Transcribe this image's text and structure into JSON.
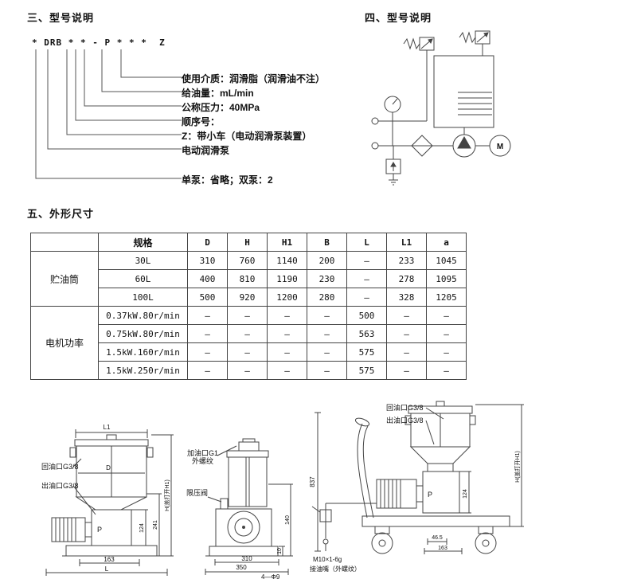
{
  "section3": {
    "title": "三、型号说明",
    "model_code": "* DRB * * - P * * *  Z",
    "labels": [
      "使用介质：润滑脂（润滑油不注）",
      "给油量：mL/min",
      "公称压力：40MPa",
      "顺序号：",
      "Z：带小车（电动润滑泵装置）",
      "电动润滑泵",
      "单泵：省略；双泵：2"
    ]
  },
  "section4": {
    "title": "四、型号说明",
    "motor_symbol": "M"
  },
  "section5": {
    "title": "五、外形尺寸",
    "table": {
      "col_headers": [
        "规格",
        "D",
        "H",
        "H1",
        "B",
        "L",
        "L1",
        "a"
      ],
      "groups": [
        {
          "label": "贮油筒",
          "rows": [
            [
              "30L",
              "310",
              "760",
              "1140",
              "200",
              "—",
              "233",
              "1045"
            ],
            [
              "60L",
              "400",
              "810",
              "1190",
              "230",
              "—",
              "278",
              "1095"
            ],
            [
              "100L",
              "500",
              "920",
              "1200",
              "280",
              "—",
              "328",
              "1205"
            ]
          ]
        },
        {
          "label": "电机功率",
          "rows": [
            [
              "0.37kW.80r/min",
              "—",
              "—",
              "—",
              "—",
              "500",
              "—",
              "—"
            ],
            [
              "0.75kW.80r/min",
              "—",
              "—",
              "—",
              "—",
              "563",
              "—",
              "—"
            ],
            [
              "1.5kW.160r/min",
              "—",
              "—",
              "—",
              "—",
              "575",
              "—",
              "—"
            ],
            [
              "1.5kW.250r/min",
              "—",
              "—",
              "—",
              "—",
              "575",
              "—",
              "—"
            ]
          ]
        }
      ]
    }
  },
  "drawings": {
    "left": {
      "dim_l1": "L1",
      "return_port": "回油口G3/8",
      "dim_d": "D",
      "outlet_port": "出油口G3/8",
      "pump_label": "P",
      "dim_124": "124",
      "dim_241": "241",
      "dim_163": "163",
      "dim_l": "L",
      "dim_h": "H(盖打开H1)"
    },
    "middle": {
      "fill_port_line1": "加油口G1",
      "fill_port_line2": "外螺纹",
      "relief_valve": "限压阀",
      "dim_10": "10",
      "dim_140": "140",
      "dim_310": "310",
      "dim_350": "350",
      "holes": "4—Φ9"
    },
    "right": {
      "return_port": "回油口G3/8",
      "outlet_port": "出油口G3/8",
      "dim_837": "837",
      "pump_label": "P",
      "dim_124": "124",
      "dim_46_5": "46.5",
      "dim_163": "163",
      "thread": "M10×1-6g",
      "nozzle": "接油嘴（外螺纹）",
      "dim_h": "H(盖打开H1)"
    }
  }
}
